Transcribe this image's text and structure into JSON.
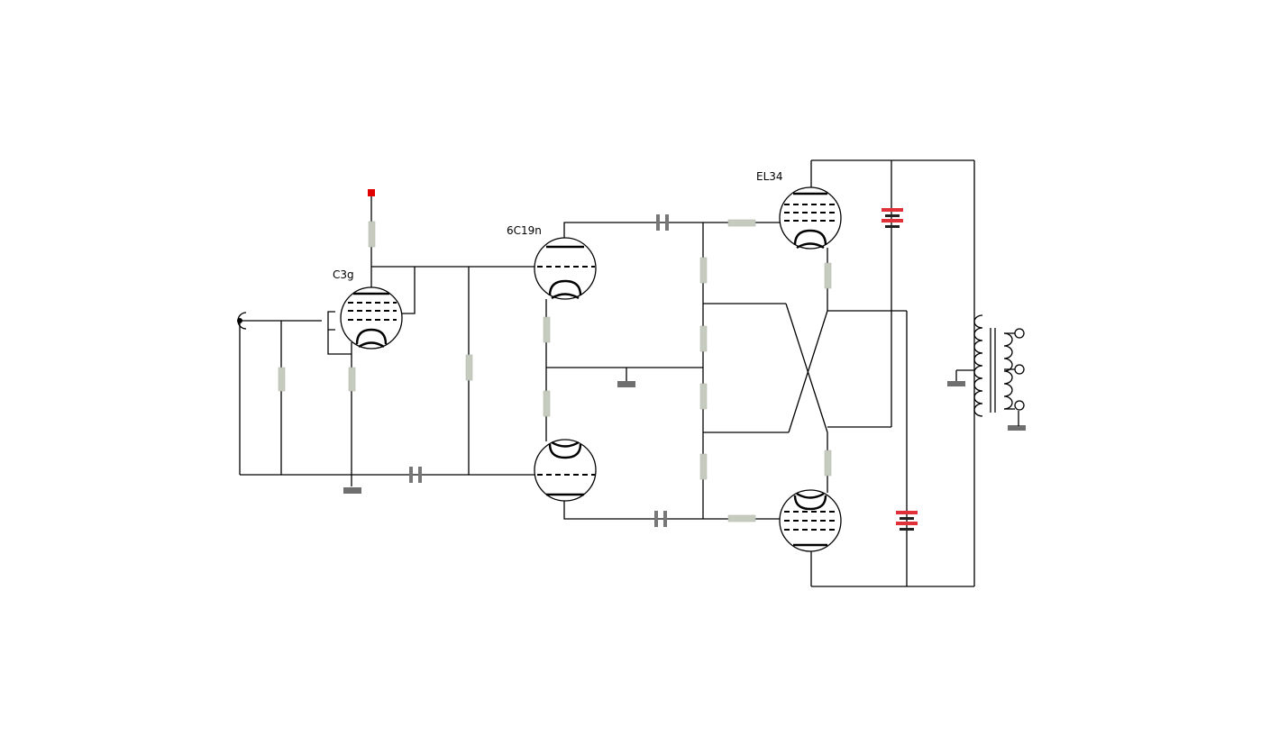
{
  "tube_labels": {
    "input_pentode": "C3g",
    "phase_inverter": "6C19n",
    "output_pentode": "EL34"
  },
  "colors": {
    "background": "#ffffff",
    "wire": "#000000",
    "resistor": "#c6cbbf",
    "ground": "#6f6f6f",
    "capacitor": "#777777",
    "battery_red": "#e0303a",
    "supply_terminal": "#e00000"
  }
}
